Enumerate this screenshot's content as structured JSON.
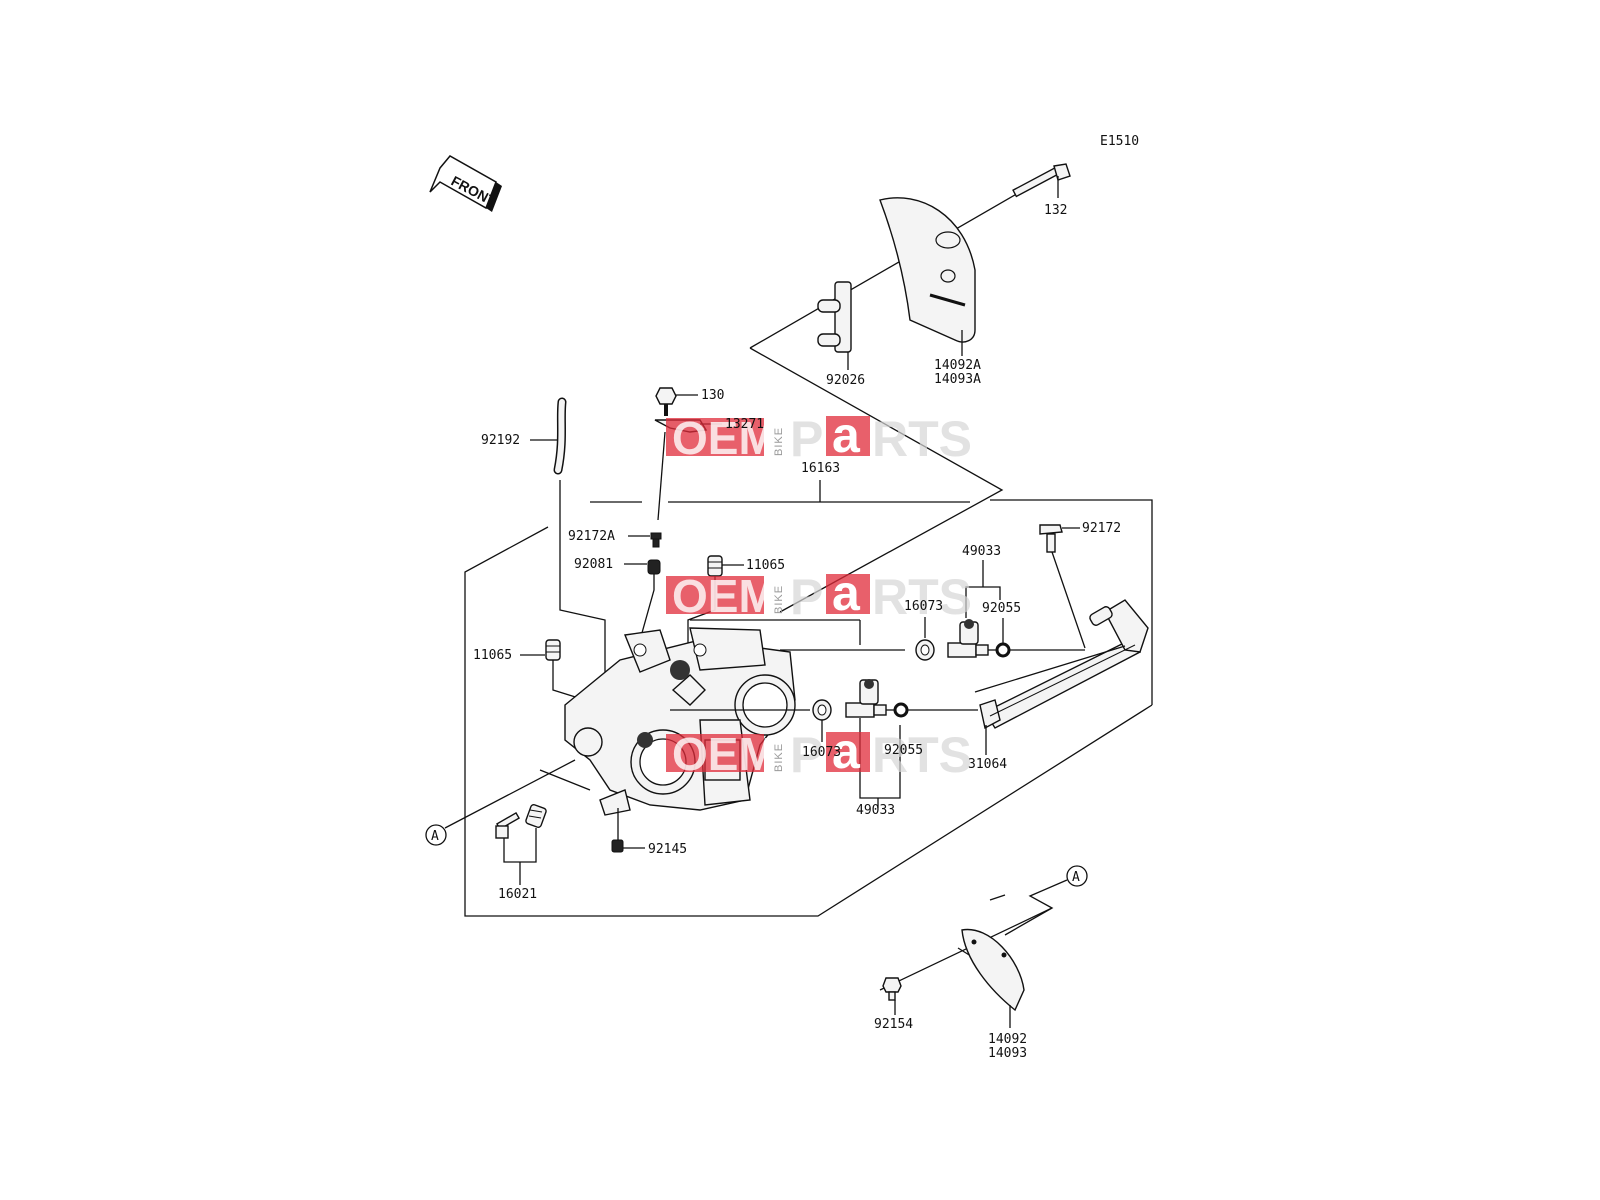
{
  "diagram_code": "E1510",
  "front_label": "FRONT",
  "ref_marker": "A",
  "watermark": {
    "oem": "OEM",
    "bike": "BIKE",
    "parts_p": "P",
    "parts_a": "a",
    "parts_rts": "RTS"
  },
  "callouts": [
    "132",
    "14092A",
    "14093A",
    "92026",
    "130",
    "13271",
    "92192",
    "16163",
    "92172A",
    "92081",
    "11065",
    "11065",
    "92172",
    "49033",
    "92055",
    "16073",
    "16073",
    "92055",
    "31064",
    "49033",
    "92145",
    "16021",
    "92154",
    "14092",
    "14093"
  ],
  "colors": {
    "line": "#111111",
    "watermark_red": "#e02b3a",
    "watermark_gray": "#d6d6d6"
  }
}
